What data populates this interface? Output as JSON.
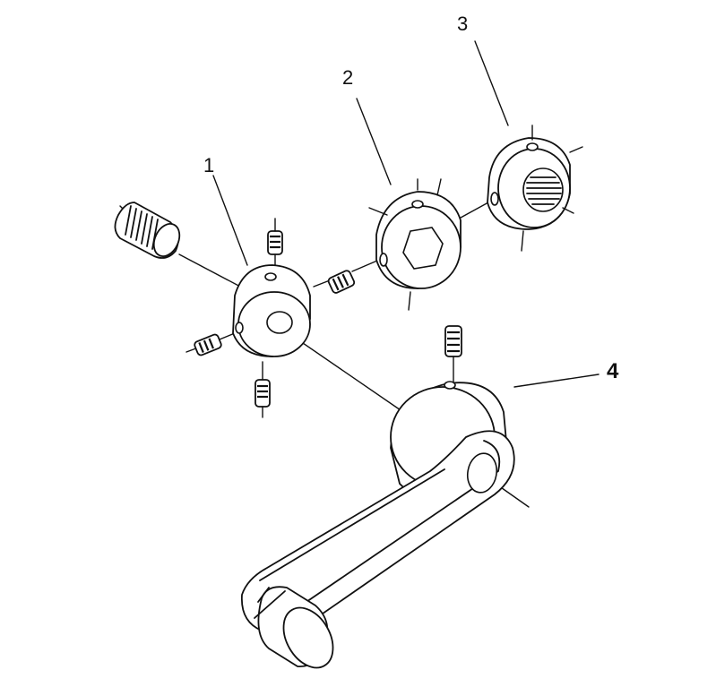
{
  "callouts": [
    {
      "id": "1",
      "label": "1"
    },
    {
      "id": "2",
      "label": "2"
    },
    {
      "id": "3",
      "label": "3"
    },
    {
      "id": "4",
      "label": "4"
    }
  ],
  "parts": [
    {
      "name": "knurled-knob"
    },
    {
      "name": "collar-1"
    },
    {
      "name": "collar-2"
    },
    {
      "name": "collar-3"
    },
    {
      "name": "crank-handle"
    },
    {
      "name": "set-screws"
    }
  ]
}
